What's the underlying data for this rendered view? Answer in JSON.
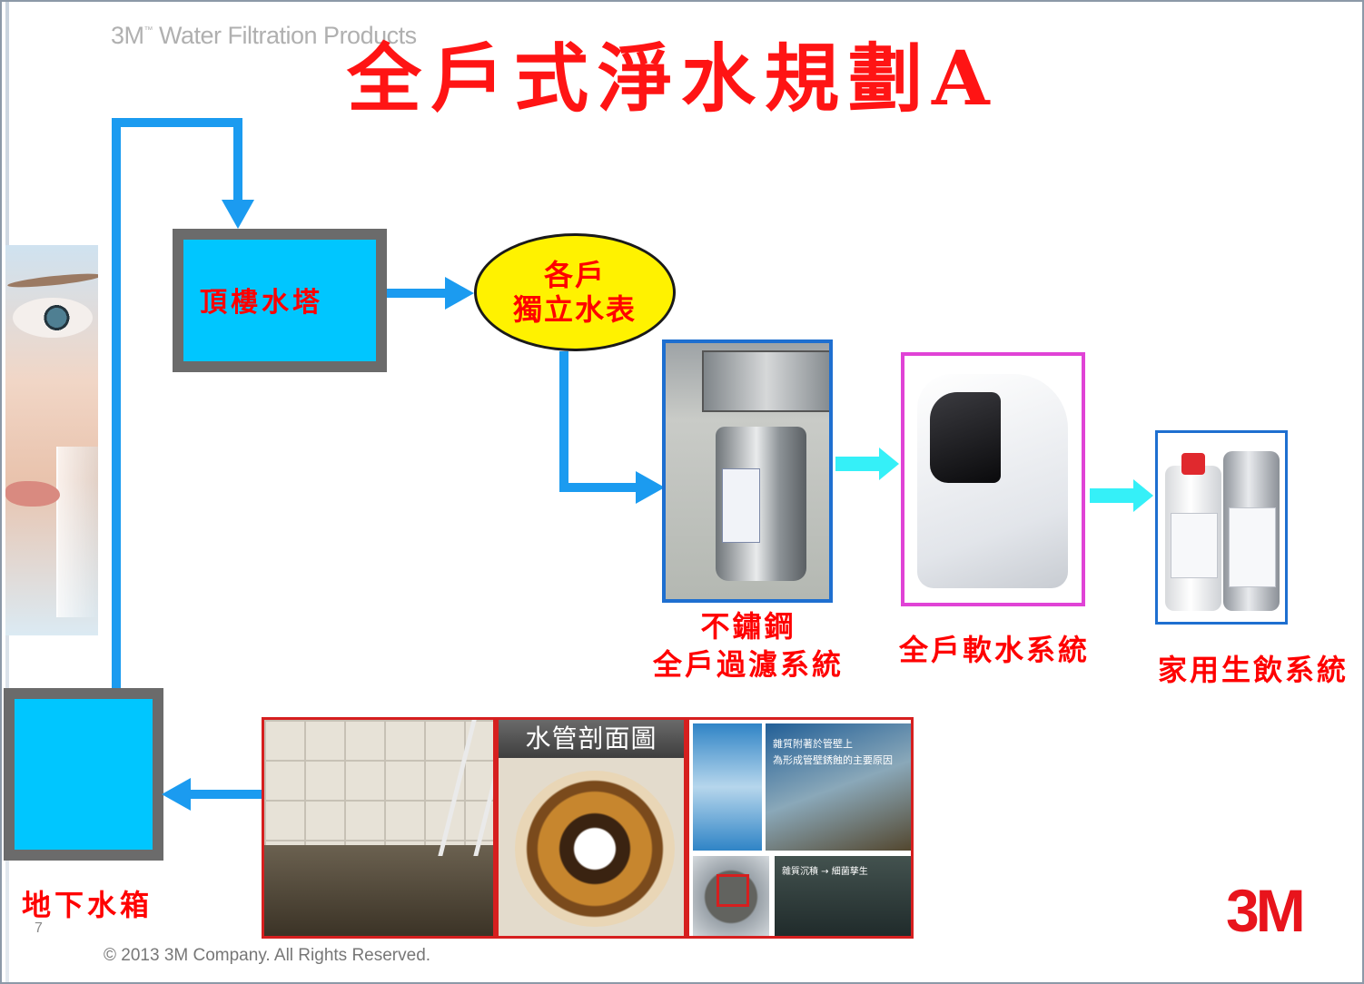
{
  "header": {
    "brand": "3M",
    "brand_mark": "™",
    "brand_suffix": " Water Filtration Products"
  },
  "title": "全戶式淨水規劃A",
  "nodes": {
    "rooftop_tank": "頂樓水塔",
    "meter_line1": "各戶",
    "meter_line2": "獨立水表",
    "underground_tank": "地下水箱"
  },
  "products": {
    "steel_filter_line1": "不鏽鋼",
    "steel_filter_line2": "全戶過濾系統",
    "softener": "全戶軟水系統",
    "drinking": "家用生飲系統"
  },
  "problem_images": {
    "cross_section_banner": "水管剖面圖",
    "corrosion_note1": "雜質附著於管壁上",
    "corrosion_note2": "為形成管壁銹蝕的主要原因",
    "corrosion_note3": "雜質沉積 → 細菌孳生"
  },
  "footer": {
    "page_number": "7",
    "copyright": "© 2013 3M Company. All Rights Reserved.",
    "logo": "3M"
  },
  "colors": {
    "title": "#ff1414",
    "pipe": "#1b9bf0",
    "tank_fill": "#00c6ff",
    "tank_border": "#6b6b6b",
    "meter_fill": "#fff200",
    "flow_arrow": "#35f0f8",
    "steel_frame": "#1e6fd0",
    "softener_frame": "#e043d6",
    "drinking_frame": "#1e6fd0",
    "problem_frame": "#d61f1f",
    "logo": "#e8141c"
  }
}
